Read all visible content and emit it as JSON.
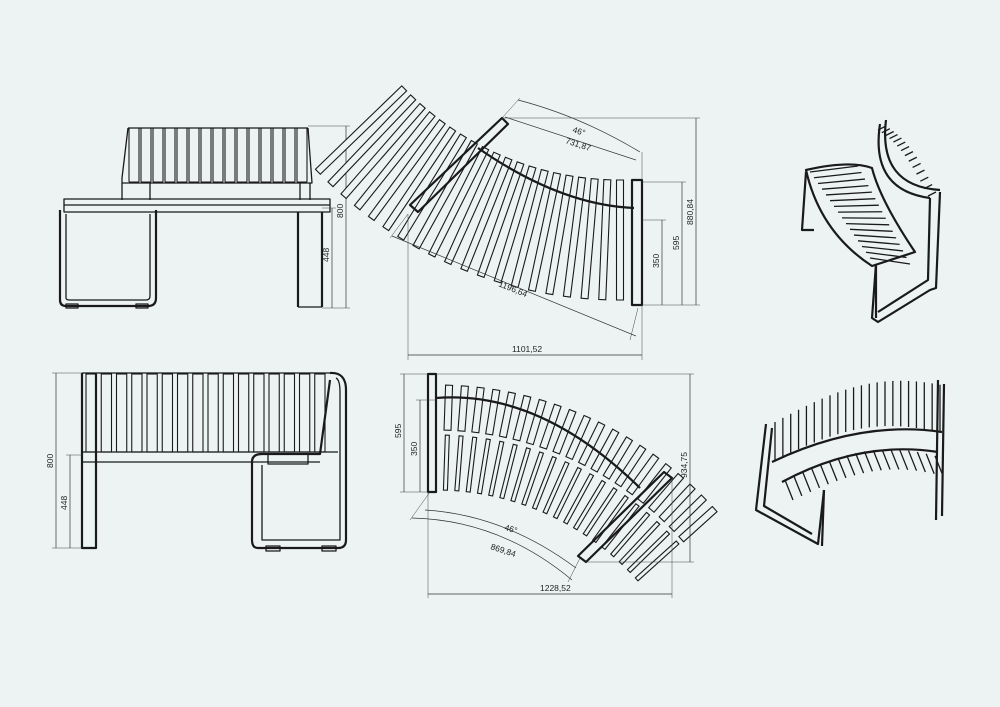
{
  "colors": {
    "background": "#edf3f3",
    "line": "#1a1a1a"
  },
  "views": {
    "front_straight": {
      "height_total": "800",
      "seat_height": "448"
    },
    "top_curved_a": {
      "angle": "46°",
      "arc_length": "731,87",
      "chord": "1196,64",
      "width": "1101,52",
      "depth_total": "880,84",
      "depth_back": "595",
      "depth_seat": "350"
    },
    "front_curved": {
      "height_total": "800",
      "seat_height": "448"
    },
    "top_curved_b": {
      "angle": "46°",
      "arc_length": "869,84",
      "width": "1228,52",
      "depth_total": "934,75",
      "depth_back": "595",
      "depth_seat": "350"
    }
  }
}
